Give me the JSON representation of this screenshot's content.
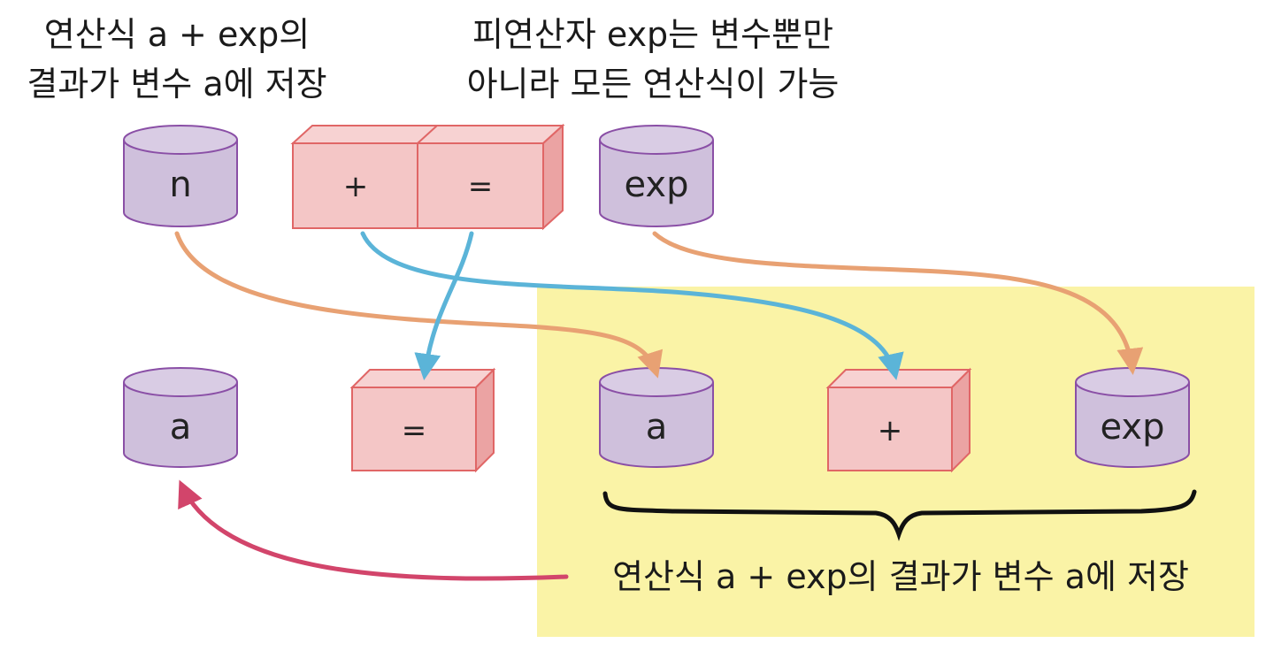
{
  "top_left_caption": {
    "line1": "연산식 a + exp의",
    "line2": "결과가 변수 a에 저장"
  },
  "top_right_caption": {
    "line1": "피연산자 exp는 변수뿐만",
    "line2": "아니라 모든 연산식이 가능"
  },
  "top_row": {
    "var_n": "n",
    "op_plus": "+",
    "op_assign": "=",
    "var_exp": "exp"
  },
  "bottom_row": {
    "var_a": "a",
    "op_assign": "=",
    "var_a2": "a",
    "op_plus": "+",
    "var_exp": "exp"
  },
  "bottom_caption": "연산식 a + exp의 결과가 변수 a에 저장",
  "colors": {
    "highlight": "#faf3a6",
    "cylinder_fill": "#cfc0dc",
    "cylinder_stroke": "#8a4fa6",
    "box_fill": "#f4c6c6",
    "box_stroke": "#e06666",
    "arrow_orange": "#e8a173",
    "arrow_blue": "#5bb4d8",
    "arrow_red": "#d2456b"
  }
}
